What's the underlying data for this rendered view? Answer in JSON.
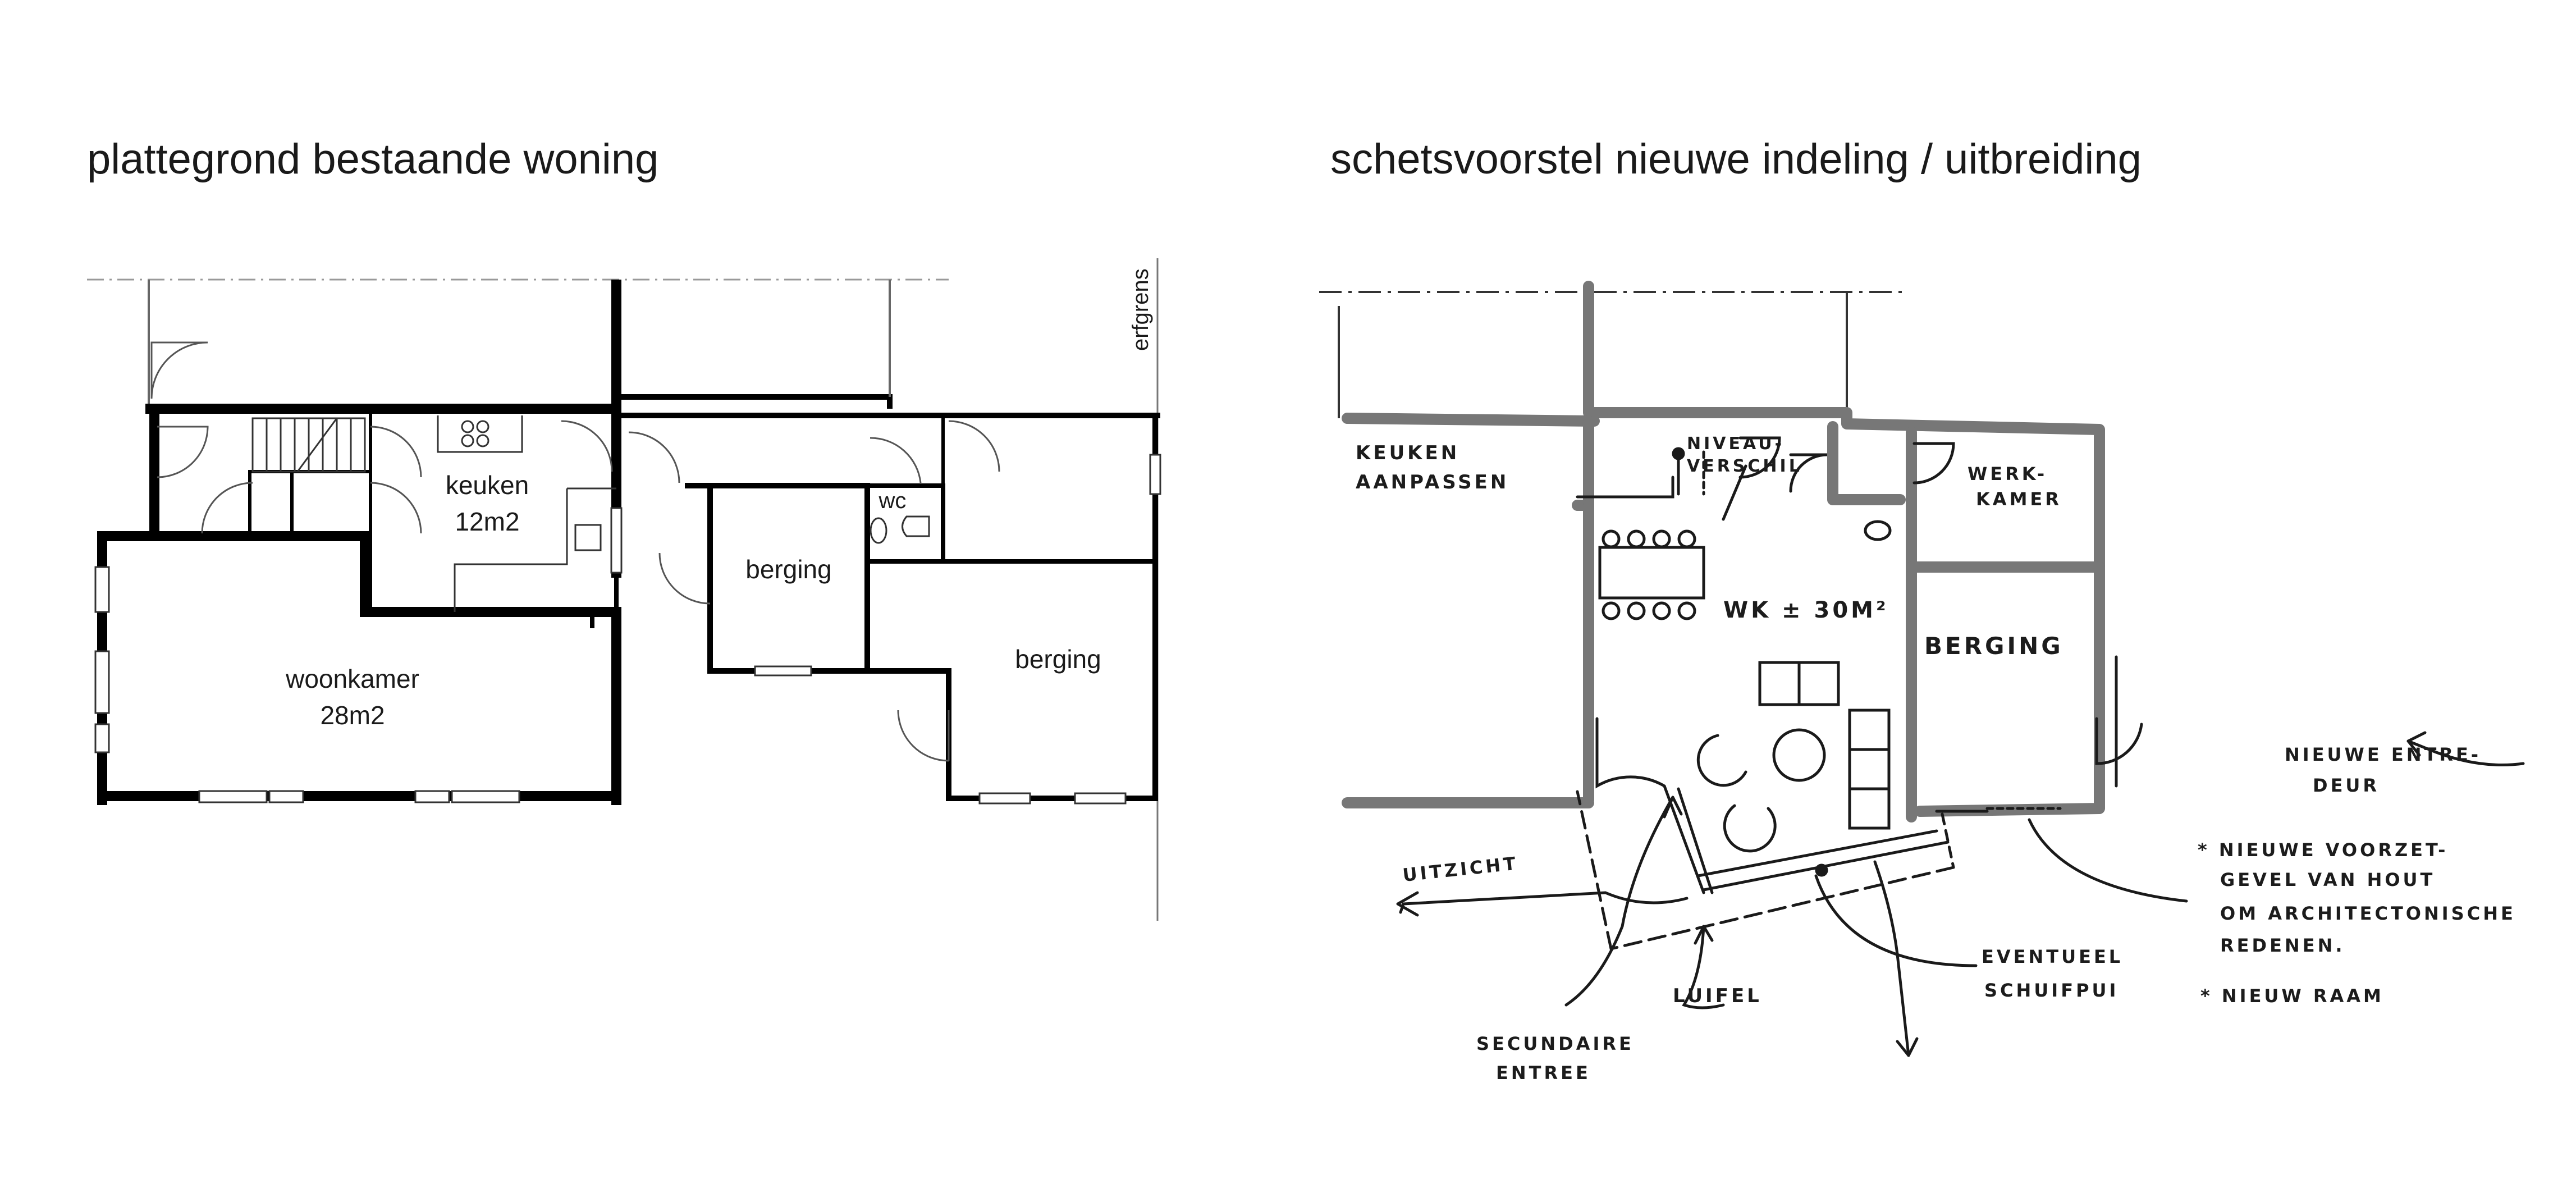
{
  "left": {
    "title": "plattegrond bestaande woning",
    "labels": {
      "erfgrens": "erfgrens",
      "keuken_name": "keuken",
      "keuken_area": "12m2",
      "wc": "wc",
      "berging_1": "berging",
      "berging_2": "berging",
      "woonkamer_name": "woonkamer",
      "woonkamer_area": "28m2"
    }
  },
  "right": {
    "title": "schetsvoorstel nieuwe indeling / uitbreiding",
    "labels": {
      "keuken_1": "KEUKEN",
      "keuken_2": "AANPASSEN",
      "niveau_1": "NIVEAU-",
      "niveau_2": "VERSCHIL",
      "werkkamer_1": "WERK-",
      "werkkamer_2": "KAMER",
      "wk": "WK ± 30M²",
      "berging": "BERGING",
      "entre_1": "NIEUWE ENTRE-",
      "entre_2": "DEUR",
      "voorzet_1": "* NIEUWE VOORZET-",
      "voorzet_2": "GEVEL VAN HOUT",
      "voorzet_3": "OM ARCHITECTONISCHE",
      "voorzet_4": "REDENEN.",
      "raam": "* NIEUW RAAM",
      "uitzicht": "UITZICHT",
      "luifel": "LUIFEL",
      "eventueel_1": "EVENTUEEL",
      "eventueel_2": "SCHUIFPUI",
      "secundaire_1": "SECUNDAIRE",
      "secundaire_2": "ENTREE"
    }
  }
}
